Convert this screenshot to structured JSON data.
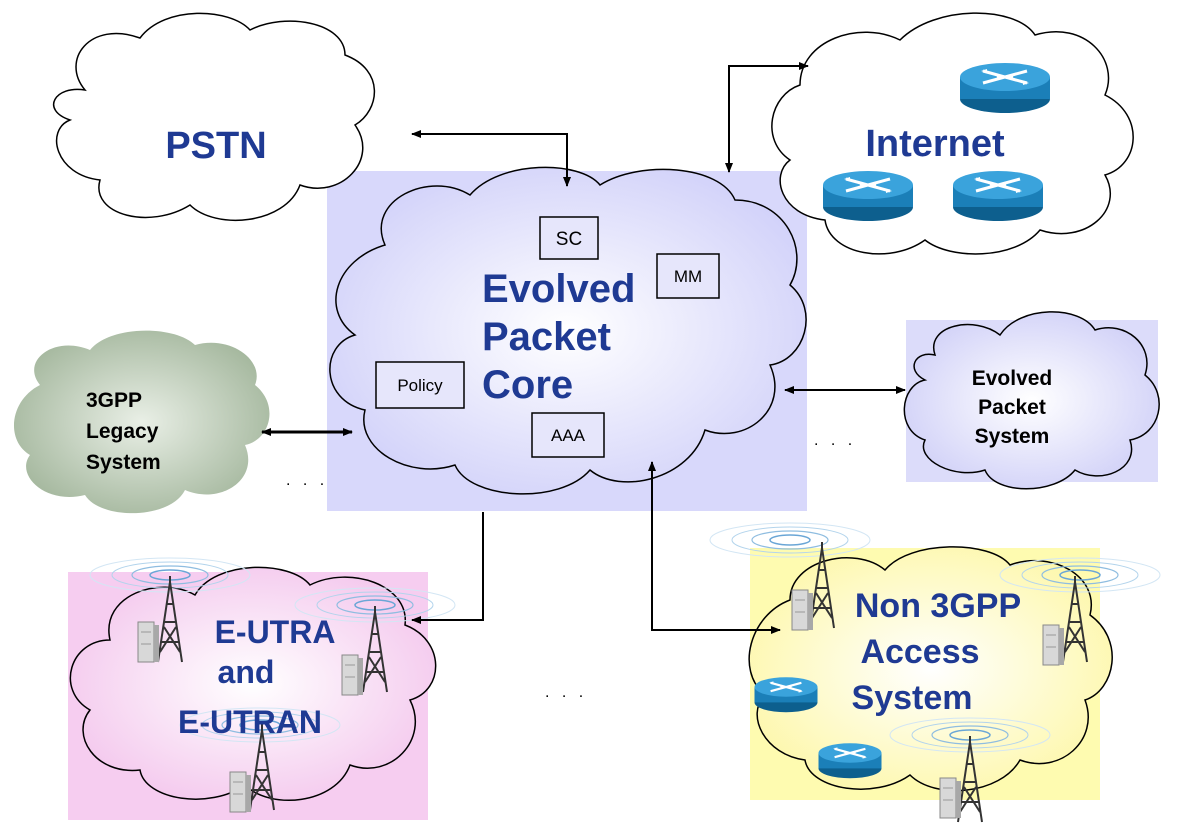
{
  "clouds": {
    "pstn": "PSTN",
    "internet": "Internet",
    "epc": [
      "Evolved",
      "Packet",
      "Core"
    ],
    "legacy": [
      "3GPP",
      "Legacy",
      "System"
    ],
    "eps": [
      "Evolved",
      "Packet",
      "System"
    ],
    "eutra": [
      "E-UTRA",
      "and",
      "E-UTRAN"
    ],
    "non3gpp": [
      "Non 3GPP",
      "Access",
      "System"
    ]
  },
  "boxes": {
    "sc": "SC",
    "mm": "MM",
    "policy": "Policy",
    "aaa": "AAA"
  },
  "ellipsis": ". . .",
  "colors": {
    "label_blue": "#1f3a93",
    "epc_fill": "#d8d8fb",
    "eps_fill": "#dcdcfa",
    "legacy_fill": "#b6c7b0",
    "eutra_bg": "#f6cdf0",
    "non3gpp_bg": "#fefbb0",
    "router": "#1b7fb8"
  }
}
